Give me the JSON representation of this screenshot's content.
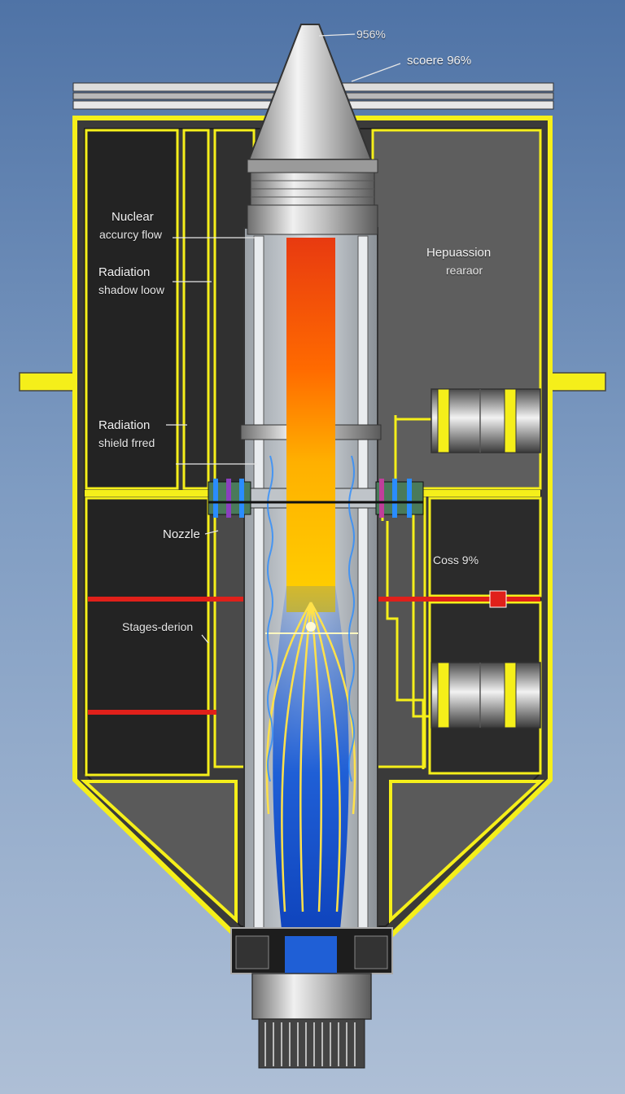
{
  "labels": {
    "tip_percent": "956%",
    "score": "scoere 96%",
    "nuclear": "Nuclear",
    "accuracy_flow": "accurcy flow",
    "radiation_1": "Radiation",
    "shadow_loow": "shadow loow",
    "hepuassion": "Hepuassion",
    "rearor": "rearaor",
    "radiation_2": "Radiation",
    "shield_fred": "shield frred",
    "nozzle": "Nozzle",
    "coss": "Coss 9%",
    "stages": "Stages-derion"
  },
  "colors": {
    "background_top": "#4f73a6",
    "background_bottom": "#aebfd6",
    "frame": "#f5ef1a",
    "panel": "#3a3a3a",
    "chamber": "#262626",
    "flame_core": "#ff6a00",
    "flame_hot": "#ffd200",
    "exhaust_blue": "#1f5fd6",
    "laser": "#e0201a"
  }
}
